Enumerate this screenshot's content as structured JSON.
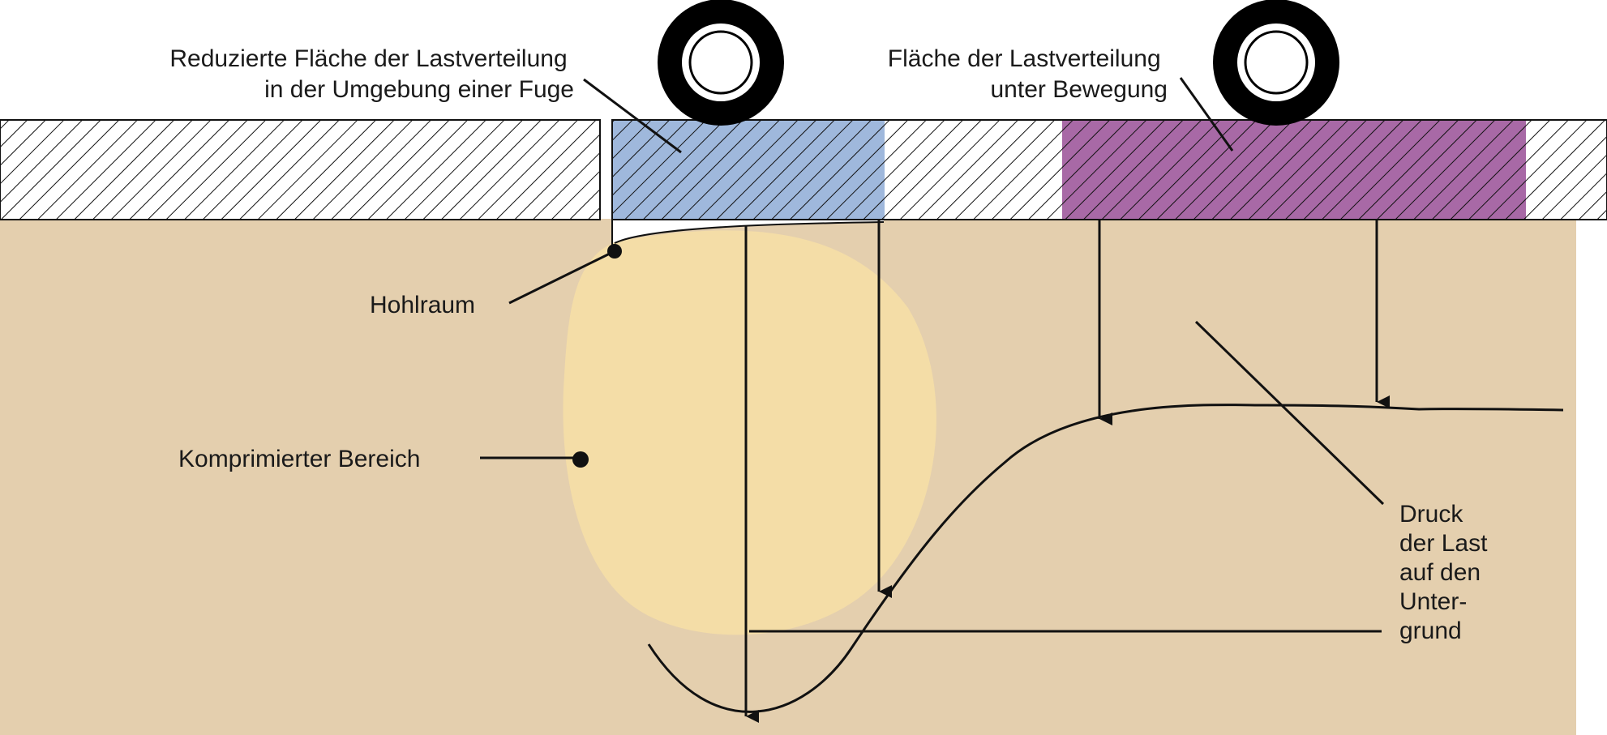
{
  "colors": {
    "ground": "#e4cfae",
    "compressed_zone": "#f4dda7",
    "reduced_area": "#9fb8dc",
    "moving_area": "#a869a6",
    "line": "#111111"
  },
  "labels": {
    "reduced_area": [
      "Reduzierte Fläche der Lastverteilung",
      "in der Umgebung einer Fuge"
    ],
    "moving_area": [
      "Fläche der Lastverteilung",
      "unter Bewegung"
    ],
    "cavity": "Hohlraum",
    "compressed": "Komprimierter Bereich",
    "pressure": [
      "Druck",
      "der Last",
      "auf den",
      "Unter-",
      "grund"
    ]
  }
}
